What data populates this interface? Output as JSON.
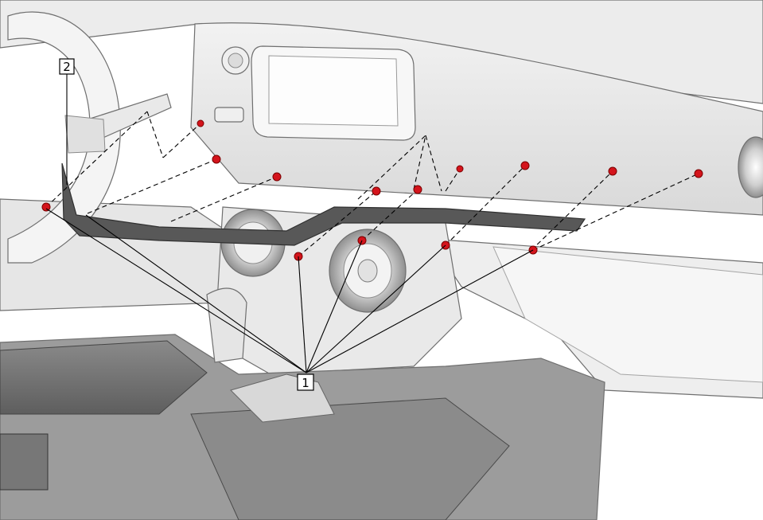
{
  "callouts": {
    "part_1": "1",
    "part_2": "2"
  },
  "colors": {
    "clip_marker": "#d4141c",
    "trim_panel": "#585858",
    "background": "#ffffff"
  },
  "icons": {
    "clip": "red-clip-marker"
  }
}
